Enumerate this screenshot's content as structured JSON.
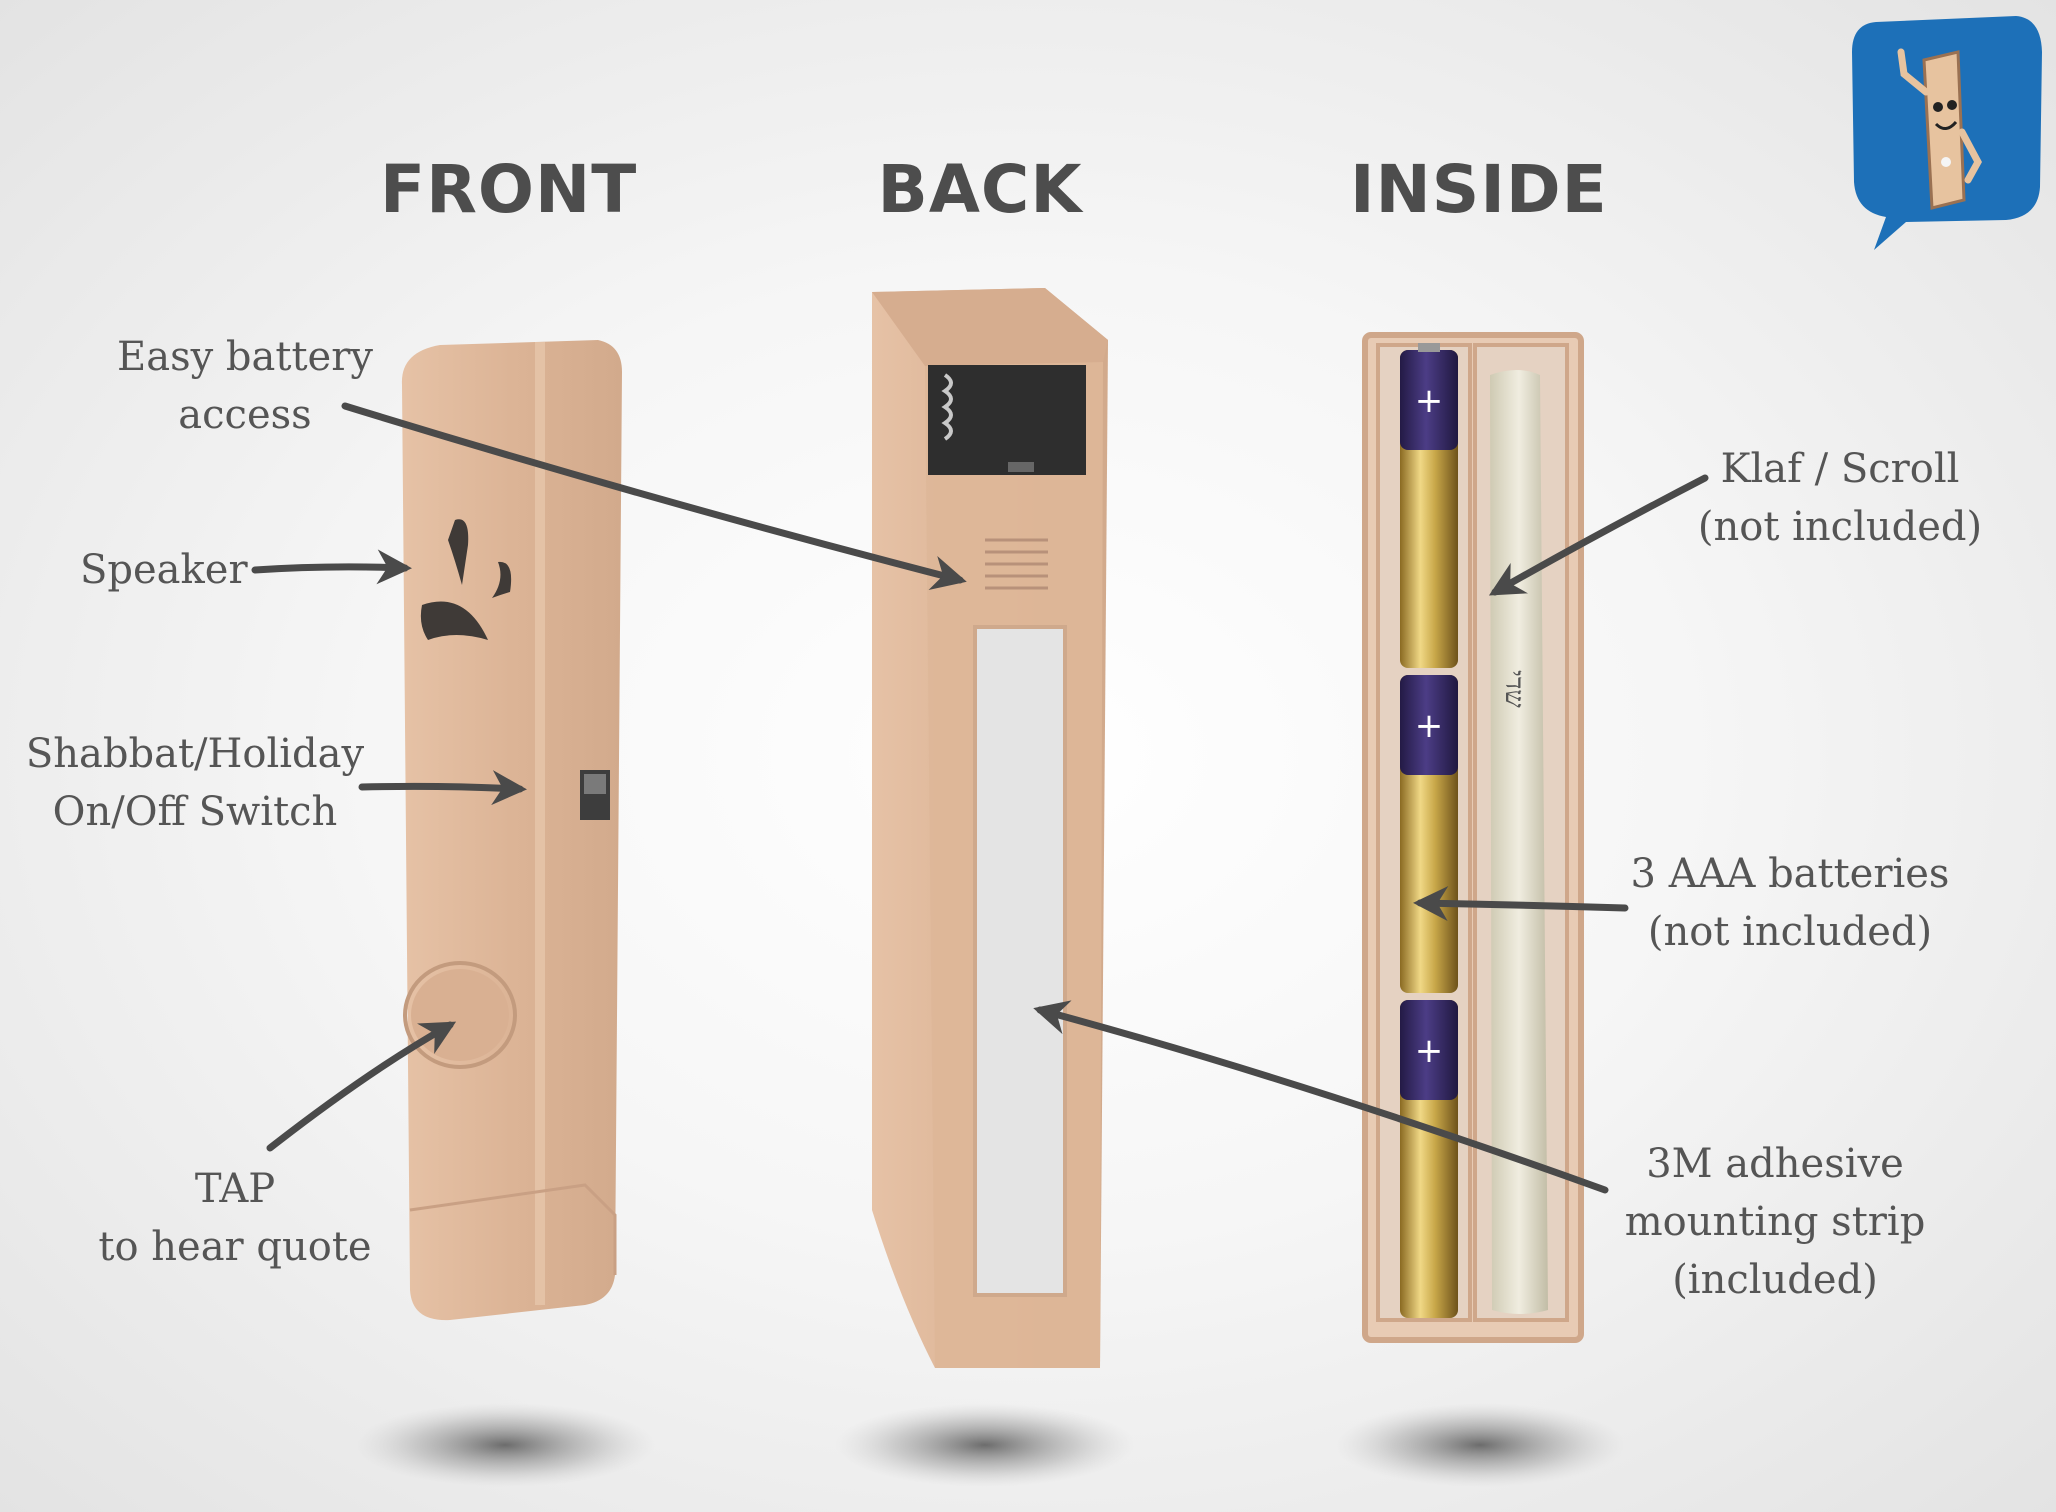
{
  "headings": {
    "front": "FRONT",
    "back": "BACK",
    "inside": "INSIDE"
  },
  "labels": {
    "battery_access": [
      "Easy battery",
      "access"
    ],
    "speaker": [
      "Speaker"
    ],
    "switch": [
      "Shabbat/Holiday",
      "On/Off Switch"
    ],
    "tap": [
      "TAP",
      "to hear quote"
    ],
    "klaf": [
      "Klaf / Scroll",
      "(not included)"
    ],
    "batteries": [
      "3 AAA batteries",
      "(not included)"
    ],
    "strip": [
      "3M adhesive",
      "mounting strip",
      "(included)"
    ]
  },
  "battery_symbol": "+",
  "colors": {
    "case": "#dcb496",
    "case_shade": "#caa184",
    "heading": "#4d4d4d",
    "label": "#555555",
    "arrow": "#4a4a4a",
    "battery_cap": "#3c2f6a",
    "battery_body": "#c9a84a",
    "logo_bubble": "#1d70b8"
  }
}
